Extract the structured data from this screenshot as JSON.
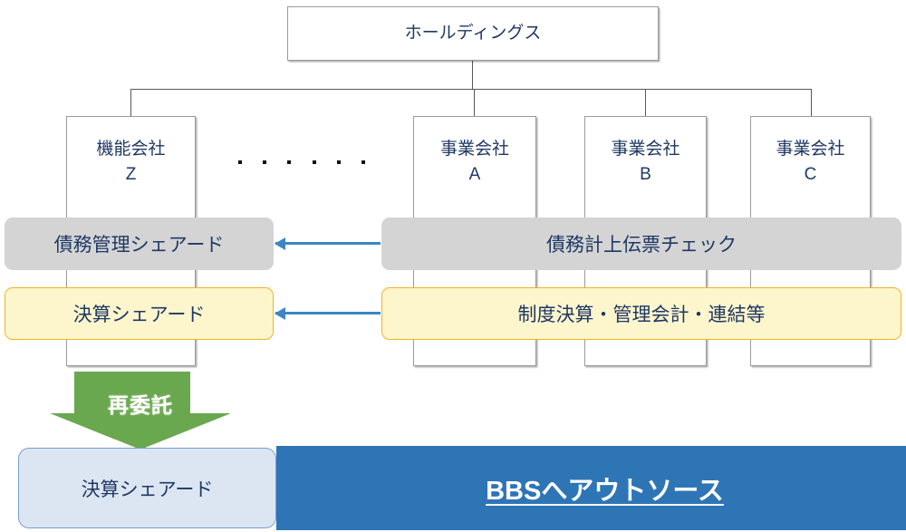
{
  "diagram": {
    "title_box": {
      "label": "ホールディングス"
    },
    "subsidiaries": [
      {
        "name_line1": "機能会社",
        "name_line2": "Z",
        "label": "機能会社\nZ"
      },
      {
        "name_line1": "事業会社",
        "name_line2": "A",
        "label": "事業会社\nA"
      },
      {
        "name_line1": "事業会社",
        "name_line2": "B",
        "label": "事業会社\nB"
      },
      {
        "name_line1": "事業会社",
        "name_line2": "C",
        "label": "事業会社\nC"
      }
    ],
    "ellipsis_dot_count": 6,
    "bands": [
      {
        "left_label": "債務管理シェアード",
        "right_label": "債務計上伝票チェック",
        "style": "gray",
        "arrow_direction": "left"
      },
      {
        "left_label": "決算シェアード",
        "right_label": "制度決算・管理会計・連結等",
        "style": "yellow",
        "arrow_direction": "left"
      }
    ],
    "green_arrow": {
      "label": "再委託"
    },
    "bottom": {
      "shared_box_label": "決算シェアード",
      "outsource_label": "BBSへアウトソース"
    },
    "colors": {
      "text_navy": "#1f3864",
      "box_border": "#9a9a9a",
      "band_gray": "#d4d4d4",
      "band_yellow_fill": "#fdf6cd",
      "band_yellow_border": "#f0b323",
      "blue_arrow": "#3d85c6",
      "green_arrow": "#6aa84f",
      "outsource_blue": "#2e75b6",
      "light_blue_fill": "#dce6f2",
      "light_blue_border": "#7a9fc9"
    }
  }
}
